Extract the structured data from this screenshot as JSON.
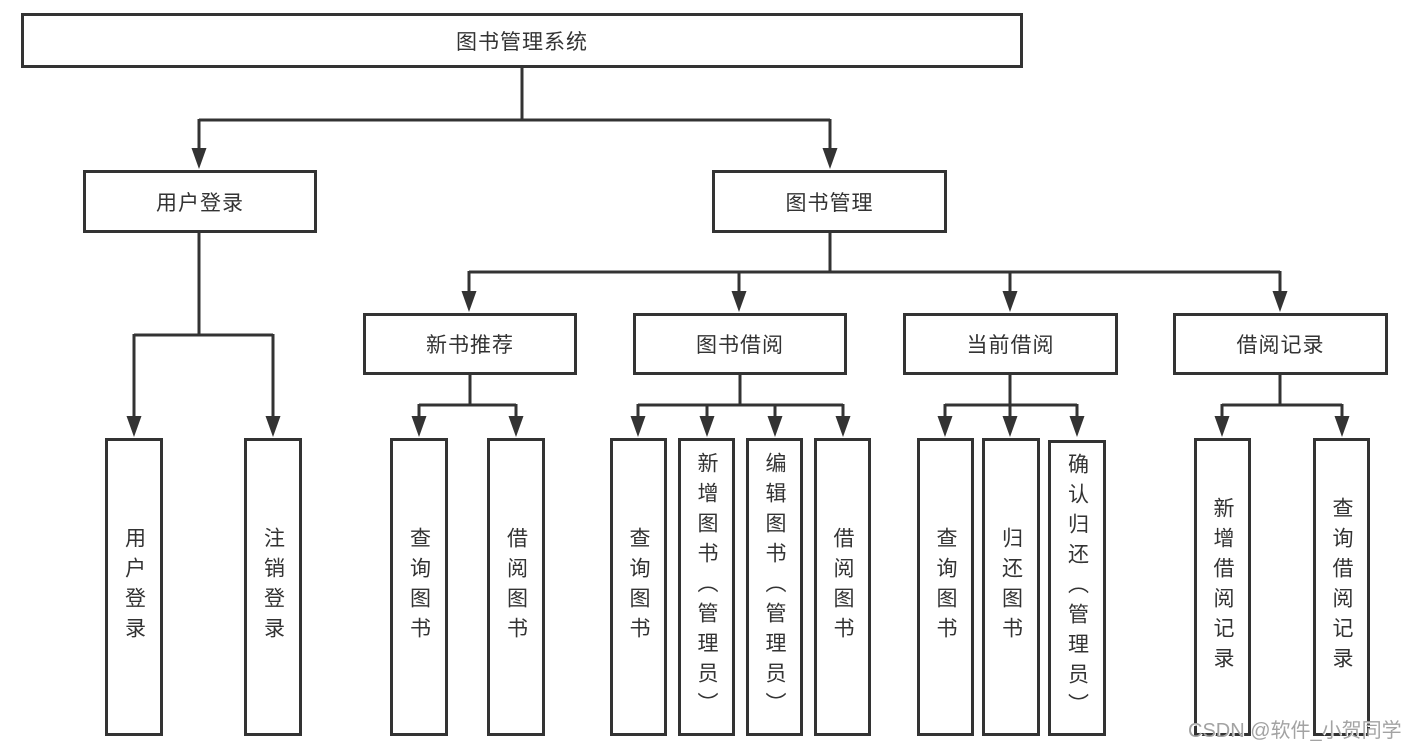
{
  "tree": {
    "root": "图书管理系统",
    "branches": [
      {
        "label": "用户登录",
        "children": [
          "用户登录",
          "注销登录"
        ]
      },
      {
        "label": "图书管理",
        "children": [
          {
            "label": "新书推荐",
            "children": [
              "查询图书",
              "借阅图书"
            ]
          },
          {
            "label": "图书借阅",
            "children": [
              "查询图书",
              "新增图书（管理员）",
              "编辑图书（管理员）",
              "借阅图书"
            ]
          },
          {
            "label": "当前借阅",
            "children": [
              "查询图书",
              "归还图书",
              "确认归还（管理员）"
            ]
          },
          {
            "label": "借阅记录",
            "children": [
              "新增借阅记录",
              "查询借阅记录"
            ]
          }
        ]
      }
    ]
  },
  "watermark": {
    "text": "CSDN @软件_小贺同学"
  },
  "colors": {
    "line": "#333333",
    "box_border": "#333333",
    "text": "#333333",
    "background": "#ffffff",
    "watermark": "#a3a3a3"
  }
}
